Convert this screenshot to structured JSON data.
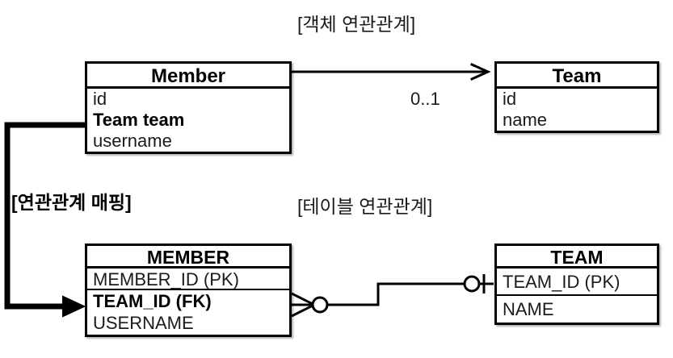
{
  "diagram": {
    "sections": {
      "object_caption": "[객체 연관관계]",
      "table_caption": "[테이블 연관관계]",
      "mapping_caption": "[연관관계 매핑]"
    },
    "object_model": {
      "member": {
        "title": "Member",
        "fields": [
          {
            "label": "id",
            "bold": false
          },
          {
            "label": "Team team",
            "bold": true
          },
          {
            "label": "username",
            "bold": false
          }
        ]
      },
      "team": {
        "title": "Team",
        "fields": [
          {
            "label": "id",
            "bold": false
          },
          {
            "label": "name",
            "bold": false
          }
        ]
      },
      "association": {
        "multiplicity": "0..1",
        "arrow": "open-arrow-right",
        "direction": "member-to-team"
      }
    },
    "table_model": {
      "member_table": {
        "title": "MEMBER",
        "columns": [
          {
            "label": "MEMBER_ID (PK)",
            "bold": false,
            "ruled": true
          },
          {
            "label": "TEAM_ID (FK)",
            "bold": true,
            "ruled": false
          },
          {
            "label": "USERNAME",
            "bold": false,
            "ruled": false
          }
        ]
      },
      "team_table": {
        "title": "TEAM",
        "columns": [
          {
            "label": "TEAM_ID (PK)",
            "bold": false,
            "ruled": true
          },
          {
            "label": "NAME",
            "bold": false,
            "ruled": false
          }
        ]
      },
      "relationship": {
        "left_cardinality": "zero-or-many",
        "right_cardinality": "zero-or-one",
        "notation": "crows-foot"
      }
    },
    "mapping_link": {
      "from": "Member.Team team",
      "to": "MEMBER.TEAM_ID (FK)",
      "arrow": "solid-filled-arrow-right"
    },
    "colors": {
      "stroke": "#000000",
      "text": "#1a1a1a",
      "background": "#ffffff"
    }
  }
}
